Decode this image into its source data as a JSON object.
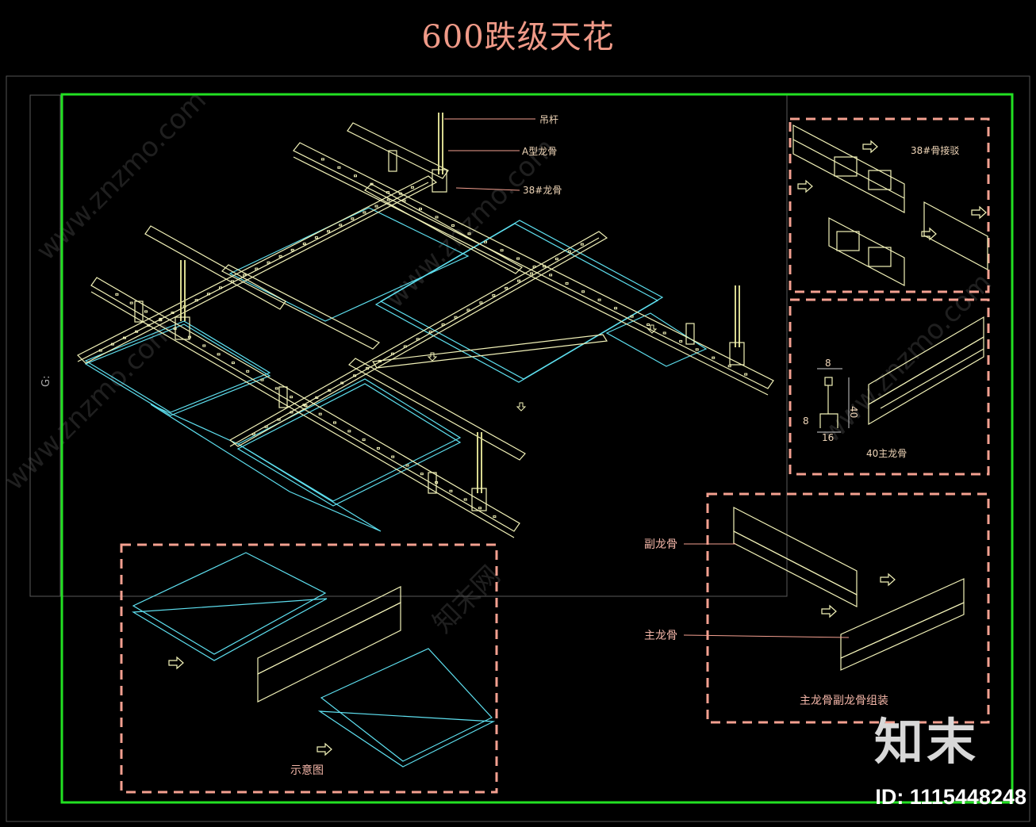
{
  "title": "600跌级天花",
  "labels": {
    "rod": "吊杆",
    "a_keel": "A型龙骨",
    "keel38": "38#龙骨",
    "splice38": "38#骨接驳",
    "main40": "40主龙骨",
    "sub_keel": "副龙骨",
    "main_keel": "主龙骨",
    "assembly": "主龙骨副龙骨组装",
    "schematic": "示意图",
    "sheet_mark": "G:"
  },
  "dimensions": {
    "d8_top": "8",
    "d40": "40",
    "d8_side": "8",
    "d16": "16"
  },
  "watermark": {
    "site": "www.znzmo.com",
    "brand": "知末网",
    "logo": "知末",
    "id": "ID: 1115448248"
  },
  "colors": {
    "frame_green": "#22e022",
    "dash_salmon": "#f4a090",
    "keel_yellow": "#f2f2b8",
    "panel_cyan": "#5ee0f0",
    "rod_olive": "#d8d890"
  }
}
